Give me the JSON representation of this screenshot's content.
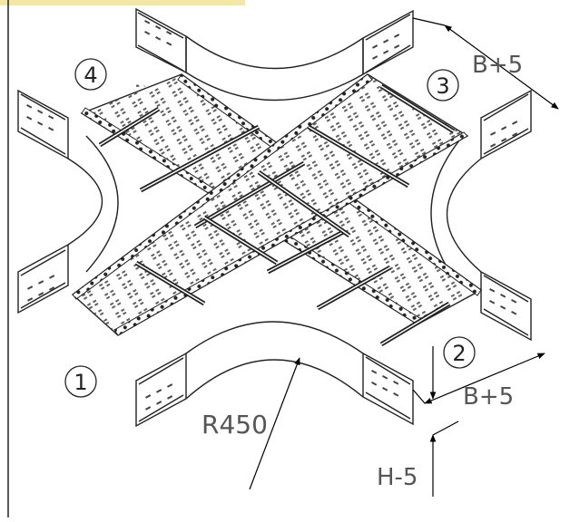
{
  "figure": {
    "port_labels": [
      "1",
      "2",
      "3",
      "4"
    ],
    "dimensions": {
      "width_offset_right": "B+5",
      "width_offset_top": "B+5",
      "radius": "R450",
      "height_offset": "H-5"
    }
  },
  "colors": {
    "line": "#2b2b2b",
    "annotation": "#555555",
    "background": "#ffffff",
    "corner_mark": "#e8d36a"
  }
}
